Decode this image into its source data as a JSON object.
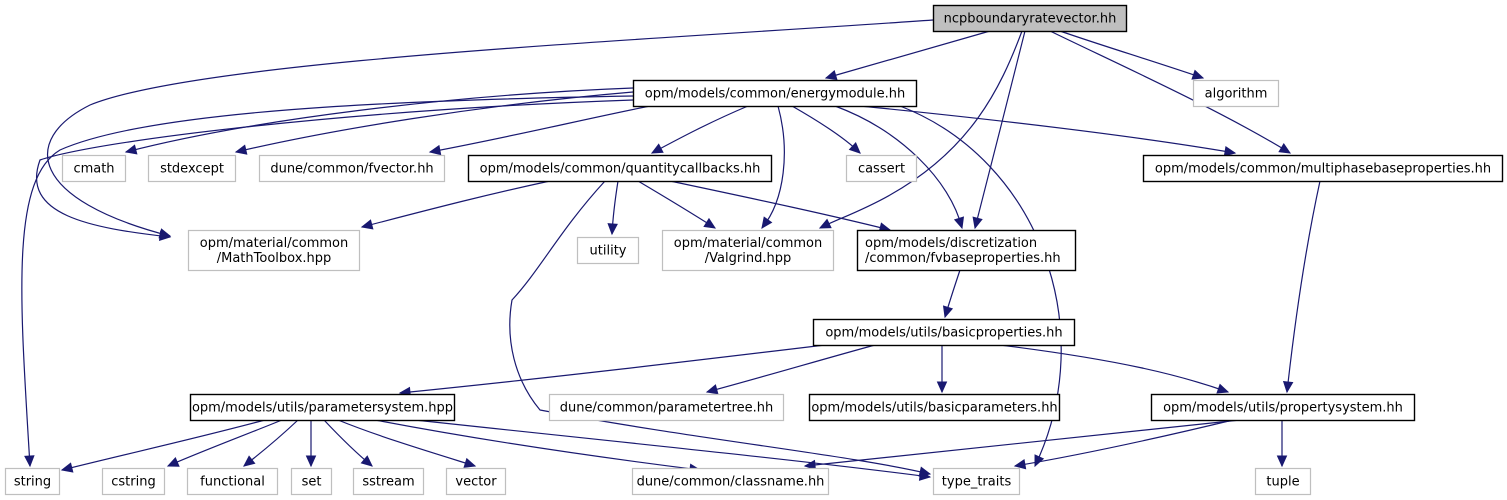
{
  "diagram": {
    "type": "include-dependency-graph",
    "colors": {
      "edge": "#191970",
      "root_fill": "#bfbfbf",
      "root_border": "#000000",
      "documented_border": "#000000",
      "external_border": "#bfbfbf",
      "node_fill": "#ffffff",
      "text": "#000000"
    },
    "nodes": [
      {
        "id": "root",
        "label": [
          "ncpboundaryratevector.hh"
        ],
        "kind": "root"
      },
      {
        "id": "energymodule",
        "label": [
          "opm/models/common/energymodule.hh"
        ],
        "kind": "documented"
      },
      {
        "id": "algorithm",
        "label": [
          "algorithm"
        ],
        "kind": "external"
      },
      {
        "id": "cmath",
        "label": [
          "cmath"
        ],
        "kind": "external"
      },
      {
        "id": "stdexcept",
        "label": [
          "stdexcept"
        ],
        "kind": "external"
      },
      {
        "id": "fvector",
        "label": [
          "dune/common/fvector.hh"
        ],
        "kind": "external"
      },
      {
        "id": "quantitycallbacks",
        "label": [
          "opm/models/common/quantitycallbacks.hh"
        ],
        "kind": "documented"
      },
      {
        "id": "cassert",
        "label": [
          "cassert"
        ],
        "kind": "external"
      },
      {
        "id": "multiphase",
        "label": [
          "opm/models/common/multiphasebaseproperties.hh"
        ],
        "kind": "documented"
      },
      {
        "id": "mathtoolbox",
        "label": [
          "opm/material/common",
          "/MathToolbox.hpp"
        ],
        "kind": "external"
      },
      {
        "id": "utility",
        "label": [
          "utility"
        ],
        "kind": "external"
      },
      {
        "id": "valgrind",
        "label": [
          "opm/material/common",
          "/Valgrind.hpp"
        ],
        "kind": "external"
      },
      {
        "id": "fvbase",
        "label": [
          "opm/models/discretization",
          "/common/fvbaseproperties.hh"
        ],
        "kind": "documented"
      },
      {
        "id": "basicprops",
        "label": [
          "opm/models/utils/basicproperties.hh"
        ],
        "kind": "documented"
      },
      {
        "id": "paramsystem",
        "label": [
          "opm/models/utils/parametersystem.hpp"
        ],
        "kind": "documented"
      },
      {
        "id": "paramtree",
        "label": [
          "dune/common/parametertree.hh"
        ],
        "kind": "external"
      },
      {
        "id": "basicparams",
        "label": [
          "opm/models/utils/basicparameters.hh"
        ],
        "kind": "documented"
      },
      {
        "id": "propsystem",
        "label": [
          "opm/models/utils/propertysystem.hh"
        ],
        "kind": "documented"
      },
      {
        "id": "string",
        "label": [
          "string"
        ],
        "kind": "external"
      },
      {
        "id": "cstring",
        "label": [
          "cstring"
        ],
        "kind": "external"
      },
      {
        "id": "functional",
        "label": [
          "functional"
        ],
        "kind": "external"
      },
      {
        "id": "set",
        "label": [
          "set"
        ],
        "kind": "external"
      },
      {
        "id": "sstream",
        "label": [
          "sstream"
        ],
        "kind": "external"
      },
      {
        "id": "vector",
        "label": [
          "vector"
        ],
        "kind": "external"
      },
      {
        "id": "classname",
        "label": [
          "dune/common/classname.hh"
        ],
        "kind": "external"
      },
      {
        "id": "typetraits",
        "label": [
          "type_traits"
        ],
        "kind": "external"
      },
      {
        "id": "tuple",
        "label": [
          "tuple"
        ],
        "kind": "external"
      }
    ],
    "edges": [
      {
        "from": "root",
        "to": "energymodule"
      },
      {
        "from": "root",
        "to": "algorithm"
      },
      {
        "from": "root",
        "to": "multiphase"
      },
      {
        "from": "root",
        "to": "mathtoolbox"
      },
      {
        "from": "root",
        "to": "valgrind"
      },
      {
        "from": "root",
        "to": "fvbase"
      },
      {
        "from": "energymodule",
        "to": "cmath"
      },
      {
        "from": "energymodule",
        "to": "stdexcept"
      },
      {
        "from": "energymodule",
        "to": "fvector"
      },
      {
        "from": "energymodule",
        "to": "quantitycallbacks"
      },
      {
        "from": "energymodule",
        "to": "valgrind"
      },
      {
        "from": "energymodule",
        "to": "cassert"
      },
      {
        "from": "energymodule",
        "to": "fvbase"
      },
      {
        "from": "energymodule",
        "to": "multiphase"
      },
      {
        "from": "energymodule",
        "to": "typetraits"
      },
      {
        "from": "energymodule",
        "to": "string"
      },
      {
        "from": "energymodule",
        "to": "mathtoolbox"
      },
      {
        "from": "quantitycallbacks",
        "to": "mathtoolbox"
      },
      {
        "from": "quantitycallbacks",
        "to": "utility"
      },
      {
        "from": "quantitycallbacks",
        "to": "valgrind"
      },
      {
        "from": "quantitycallbacks",
        "to": "fvbase"
      },
      {
        "from": "quantitycallbacks",
        "to": "typetraits"
      },
      {
        "from": "multiphase",
        "to": "propsystem"
      },
      {
        "from": "fvbase",
        "to": "basicprops"
      },
      {
        "from": "basicprops",
        "to": "paramsystem"
      },
      {
        "from": "basicprops",
        "to": "paramtree"
      },
      {
        "from": "basicprops",
        "to": "basicparams"
      },
      {
        "from": "basicprops",
        "to": "propsystem"
      },
      {
        "from": "paramsystem",
        "to": "string"
      },
      {
        "from": "paramsystem",
        "to": "cstring"
      },
      {
        "from": "paramsystem",
        "to": "functional"
      },
      {
        "from": "paramsystem",
        "to": "set"
      },
      {
        "from": "paramsystem",
        "to": "sstream"
      },
      {
        "from": "paramsystem",
        "to": "vector"
      },
      {
        "from": "paramsystem",
        "to": "classname"
      },
      {
        "from": "paramsystem",
        "to": "typetraits"
      },
      {
        "from": "propsystem",
        "to": "classname"
      },
      {
        "from": "propsystem",
        "to": "typetraits"
      },
      {
        "from": "propsystem",
        "to": "tuple"
      }
    ]
  }
}
